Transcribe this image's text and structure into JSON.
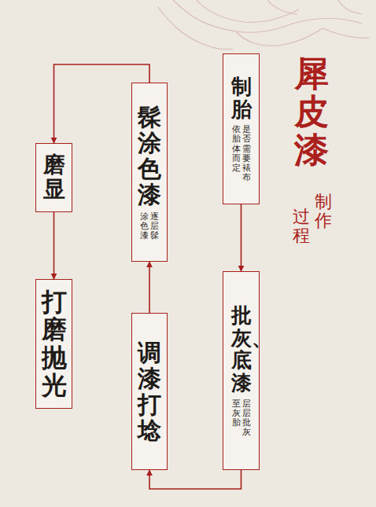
{
  "diagram": {
    "title": "犀皮漆",
    "nodes": [
      {
        "text": [
          "制胎",
          "是否需要裱布",
          "依胎体而定"
        ]
      },
      {
        "text": [
          "批灰、底漆",
          "层层批灰",
          "至灰胎"
        ]
      },
      {
        "text": [
          "调漆打埝"
        ]
      },
      {
        "text": [
          "髹涂色漆",
          "逐层髹",
          "涂色漆"
        ]
      },
      {
        "text": [
          "磨显"
        ]
      },
      {
        "text": [
          "打磨抛光"
        ]
      }
    ],
    "edges": [
      {
        "from": 0,
        "to": 1,
        "arrow": "to"
      },
      {
        "from": 1,
        "to": 2,
        "arrow": "to"
      },
      {
        "from": 2,
        "to": 3,
        "arrow": "to"
      },
      {
        "from": 3,
        "to": 4,
        "arrow": "to"
      },
      {
        "from": 4,
        "to": 5,
        "arrow": "to"
      }
    ],
    "labels": [
      "制作",
      "过程"
    ]
  }
}
